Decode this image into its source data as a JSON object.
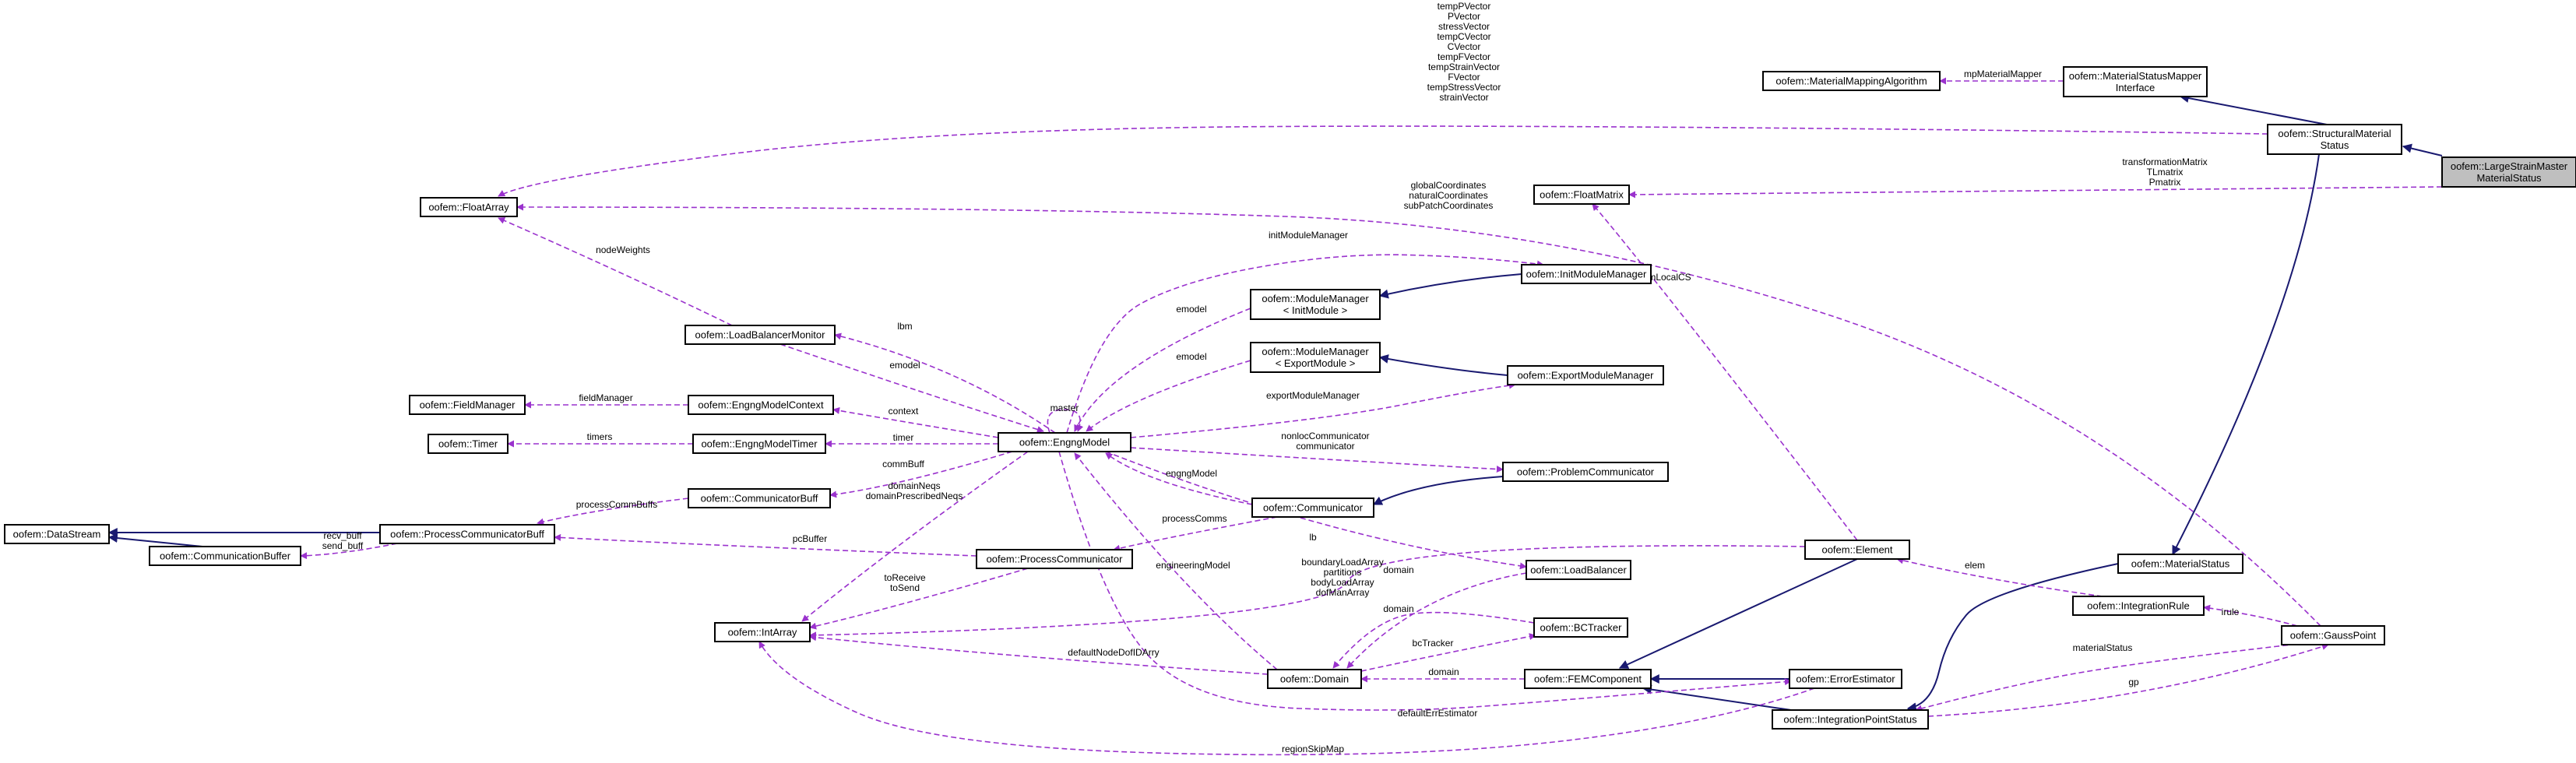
{
  "nodes": [
    {
      "id": "lsmms",
      "lines": [
        "oofem::LargeStrainMaster",
        "MaterialStatus"
      ],
      "focus": true
    },
    {
      "id": "sms",
      "lines": [
        "oofem::StructuralMaterial",
        "Status"
      ]
    },
    {
      "id": "msmi",
      "lines": [
        "oofem::MaterialStatusMapper",
        "Interface"
      ]
    },
    {
      "id": "mma",
      "lines": [
        "oofem::MaterialMappingAlgorithm"
      ]
    },
    {
      "id": "fa",
      "lines": [
        "oofem::FloatArray"
      ]
    },
    {
      "id": "fm",
      "lines": [
        "oofem::FloatMatrix"
      ]
    },
    {
      "id": "imm",
      "lines": [
        "oofem::InitModuleManager"
      ]
    },
    {
      "id": "mmi",
      "lines": [
        "oofem::ModuleManager",
        "< InitModule >"
      ]
    },
    {
      "id": "mme",
      "lines": [
        "oofem::ModuleManager",
        "< ExportModule >"
      ]
    },
    {
      "id": "emm",
      "lines": [
        "oofem::ExportModuleManager"
      ]
    },
    {
      "id": "lbm",
      "lines": [
        "oofem::LoadBalancerMonitor"
      ]
    },
    {
      "id": "fmgr",
      "lines": [
        "oofem::FieldManager"
      ]
    },
    {
      "id": "emc",
      "lines": [
        "oofem::EngngModelContext"
      ]
    },
    {
      "id": "timer",
      "lines": [
        "oofem::Timer"
      ]
    },
    {
      "id": "emt",
      "lines": [
        "oofem::EngngModelTimer"
      ]
    },
    {
      "id": "em",
      "lines": [
        "oofem::EngngModel"
      ]
    },
    {
      "id": "pcomm",
      "lines": [
        "oofem::ProblemCommunicator"
      ]
    },
    {
      "id": "cbuf",
      "lines": [
        "oofem::CommunicatorBuff"
      ]
    },
    {
      "id": "comm",
      "lines": [
        "oofem::Communicator"
      ]
    },
    {
      "id": "ds",
      "lines": [
        "oofem::DataStream"
      ]
    },
    {
      "id": "pcb",
      "lines": [
        "oofem::ProcessCommunicatorBuff"
      ]
    },
    {
      "id": "cb",
      "lines": [
        "oofem::CommunicationBuffer"
      ]
    },
    {
      "id": "pc",
      "lines": [
        "oofem::ProcessCommunicator"
      ]
    },
    {
      "id": "el",
      "lines": [
        "oofem::Element"
      ]
    },
    {
      "id": "ms",
      "lines": [
        "oofem::MaterialStatus"
      ]
    },
    {
      "id": "lb",
      "lines": [
        "oofem::LoadBalancer"
      ]
    },
    {
      "id": "ia",
      "lines": [
        "oofem::IntArray"
      ]
    },
    {
      "id": "ir",
      "lines": [
        "oofem::IntegrationRule"
      ]
    },
    {
      "id": "bct",
      "lines": [
        "oofem::BCTracker"
      ]
    },
    {
      "id": "gp",
      "lines": [
        "oofem::GaussPoint"
      ]
    },
    {
      "id": "dom",
      "lines": [
        "oofem::Domain"
      ]
    },
    {
      "id": "femc",
      "lines": [
        "oofem::FEMComponent"
      ]
    },
    {
      "id": "ee",
      "lines": [
        "oofem::ErrorEstimator"
      ]
    },
    {
      "id": "ips",
      "lines": [
        "oofem::IntegrationPointStatus"
      ]
    }
  ],
  "edges": [
    {
      "id": "e1",
      "kind": "inherit",
      "from": "lsmms",
      "to": "sms"
    },
    {
      "id": "e2",
      "kind": "inherit",
      "from": "sms",
      "to": "msmi"
    },
    {
      "id": "e3",
      "kind": "use",
      "from": "msmi",
      "to": "mma",
      "label": [
        "mpMaterialMapper"
      ]
    },
    {
      "id": "e4",
      "kind": "use",
      "from": "sms",
      "to": "fa",
      "label": [
        "tempPVector",
        "PVector",
        "stressVector",
        "tempCVector",
        "CVector",
        "tempFVector",
        "tempStrainVector",
        "FVector",
        "tempStressVector",
        "strainVector"
      ]
    },
    {
      "id": "e5",
      "kind": "use",
      "from": "lsmms",
      "to": "fm",
      "label": [
        "transformationMatrix",
        "TLmatrix",
        "Pmatrix"
      ]
    },
    {
      "id": "e6",
      "kind": "use",
      "from": "gp",
      "to": "fa",
      "label": [
        "globalCoordinates",
        "naturalCoordinates",
        "subPatchCoordinates"
      ]
    },
    {
      "id": "e7",
      "kind": "use",
      "from": "lbm",
      "to": "fa",
      "label": [
        "nodeWeights"
      ]
    },
    {
      "id": "e8",
      "kind": "use",
      "from": "el",
      "to": "fm",
      "label": [
        "elemLocalCS"
      ]
    },
    {
      "id": "e9",
      "kind": "use",
      "from": "em",
      "to": "imm",
      "label": [
        "initModuleManager"
      ]
    },
    {
      "id": "e10",
      "kind": "inherit",
      "from": "imm",
      "to": "mmi"
    },
    {
      "id": "e11",
      "kind": "inherit",
      "from": "emm",
      "to": "mme"
    },
    {
      "id": "e12",
      "kind": "use",
      "from": "mmi",
      "to": "em",
      "label": [
        "emodel"
      ]
    },
    {
      "id": "e13",
      "kind": "use",
      "from": "mme",
      "to": "em",
      "label": [
        "emodel"
      ]
    },
    {
      "id": "e14",
      "kind": "use",
      "from": "em",
      "to": "emm",
      "label": [
        "exportModuleManager"
      ]
    },
    {
      "id": "e15",
      "kind": "use",
      "from": "em",
      "to": "lbm",
      "label": [
        "lbm"
      ]
    },
    {
      "id": "e16",
      "kind": "use",
      "from": "lbm",
      "to": "em",
      "label": [
        "emodel"
      ]
    },
    {
      "id": "e17",
      "kind": "use",
      "from": "em",
      "to": "em",
      "label": [
        "master"
      ]
    },
    {
      "id": "e18",
      "kind": "use",
      "from": "emc",
      "to": "fmgr",
      "label": [
        "fieldManager"
      ]
    },
    {
      "id": "e19",
      "kind": "use",
      "from": "em",
      "to": "emc",
      "label": [
        "context"
      ]
    },
    {
      "id": "e20",
      "kind": "use",
      "from": "emt",
      "to": "timer",
      "label": [
        "timers"
      ]
    },
    {
      "id": "e21",
      "kind": "use",
      "from": "em",
      "to": "emt",
      "label": [
        "timer"
      ]
    },
    {
      "id": "e22",
      "kind": "use",
      "from": "em",
      "to": "pcomm",
      "label": [
        "nonlocCommunicator",
        "communicator"
      ]
    },
    {
      "id": "e23",
      "kind": "inherit",
      "from": "pcomm",
      "to": "comm"
    },
    {
      "id": "e24",
      "kind": "use",
      "from": "comm",
      "to": "em",
      "label": [
        "engngModel"
      ]
    },
    {
      "id": "e25",
      "kind": "use",
      "from": "em",
      "to": "cbuf",
      "label": [
        "commBuff"
      ]
    },
    {
      "id": "e26",
      "kind": "use",
      "from": "cbuf",
      "to": "pcb",
      "label": [
        "processCommBuffs"
      ]
    },
    {
      "id": "e27",
      "kind": "inherit",
      "from": "pcb",
      "to": "ds"
    },
    {
      "id": "e28",
      "kind": "inherit",
      "from": "cb",
      "to": "ds"
    },
    {
      "id": "e29",
      "kind": "use",
      "from": "pcb",
      "to": "cb",
      "label": [
        "recv_buff",
        "send_buff"
      ]
    },
    {
      "id": "e30",
      "kind": "use",
      "from": "pc",
      "to": "pcb",
      "label": [
        "pcBuffer"
      ]
    },
    {
      "id": "e31",
      "kind": "use",
      "from": "comm",
      "to": "pc",
      "label": [
        "processComms"
      ]
    },
    {
      "id": "e32",
      "kind": "use",
      "from": "em",
      "to": "ia",
      "label": [
        "domainNeqs",
        "domainPrescribedNeqs"
      ]
    },
    {
      "id": "e33",
      "kind": "use",
      "from": "pc",
      "to": "ia",
      "label": [
        "toReceive",
        "toSend"
      ]
    },
    {
      "id": "e34",
      "kind": "use",
      "from": "em",
      "to": "lb",
      "label": [
        "lb"
      ]
    },
    {
      "id": "e35",
      "kind": "use",
      "from": "lb",
      "to": "dom",
      "label": [
        "domain"
      ]
    },
    {
      "id": "e36",
      "kind": "use",
      "from": "el",
      "to": "ia",
      "label": [
        "boundaryLoadArray",
        "partitions",
        "bodyLoadArray",
        "dofManArray"
      ]
    },
    {
      "id": "e37",
      "kind": "use",
      "from": "dom",
      "to": "em",
      "label": [
        "engineeringModel"
      ]
    },
    {
      "id": "e38",
      "kind": "use",
      "from": "bct",
      "to": "dom",
      "label": [
        "domain"
      ]
    },
    {
      "id": "e39",
      "kind": "use",
      "from": "dom",
      "to": "bct",
      "label": [
        "bcTracker"
      ]
    },
    {
      "id": "e40",
      "kind": "use",
      "from": "dom",
      "to": "ia",
      "label": [
        "defaultNodeDofIDArry"
      ]
    },
    {
      "id": "e41",
      "kind": "use",
      "from": "femc",
      "to": "dom",
      "label": [
        "domain"
      ]
    },
    {
      "id": "e42",
      "kind": "inherit",
      "from": "el",
      "to": "femc"
    },
    {
      "id": "e43",
      "kind": "inherit",
      "from": "ee",
      "to": "femc"
    },
    {
      "id": "e44",
      "kind": "inherit",
      "from": "ips",
      "to": "femc"
    },
    {
      "id": "e45",
      "kind": "use",
      "from": "em",
      "to": "ee",
      "label": [
        "defaultErrEstimator"
      ]
    },
    {
      "id": "e46",
      "kind": "use",
      "from": "ee",
      "to": "ia",
      "label": [
        "regionSkipMap"
      ]
    },
    {
      "id": "e47",
      "kind": "inherit",
      "from": "sms",
      "to": "ms"
    },
    {
      "id": "e48",
      "kind": "inherit",
      "from": "ms",
      "to": "ips"
    },
    {
      "id": "e49",
      "kind": "use",
      "from": "ir",
      "to": "el",
      "label": [
        "elem"
      ]
    },
    {
      "id": "e50",
      "kind": "use",
      "from": "gp",
      "to": "ir",
      "label": [
        "irule"
      ]
    },
    {
      "id": "e51",
      "kind": "use",
      "from": "gp",
      "to": "ips",
      "label": [
        "materialStatus"
      ]
    },
    {
      "id": "e52",
      "kind": "use",
      "from": "ips",
      "to": "gp",
      "label": [
        "gp"
      ]
    }
  ]
}
